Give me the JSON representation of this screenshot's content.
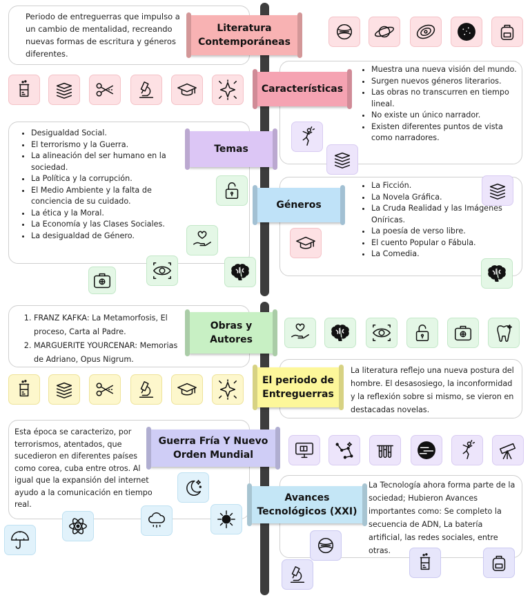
{
  "colors": {
    "spine": "#3d3d3d",
    "pink_banner": "#f8b2b3",
    "red_banner": "#f5a3b2",
    "purple_banner": "#dcc6f5",
    "blue_banner": "#bfe2f8",
    "green_banner": "#c8f0c4",
    "yellow_banner": "#fdf79a",
    "lavender_banner": "#cfcdf6",
    "lightblue_banner": "#c4e6f6"
  },
  "sections": {
    "literatura": {
      "title": "Literatura Contemporáneas",
      "text": "Periodo de entreguerras que impulso a un cambio de mentalidad, recreando nuevas formas de escritura y géneros diferentes."
    },
    "caracteristicas": {
      "title": "Características",
      "items": [
        "Muestra una nueva visión del mundo.",
        "Surgen nuevos géneros literarios.",
        "Las obras no transcurren en tiempo lineal.",
        "No existe un único narrador.",
        "Existen diferentes puntos de vista como narradores."
      ]
    },
    "temas": {
      "title": "Temas",
      "items": [
        "Desigualdad Social.",
        "El terrorismo y la Guerra.",
        "La alineación del ser humano en la sociedad.",
        "La Política y la corrupción.",
        "El Medio Ambiente  y la falta de conciencia de su cuidado.",
        "La ética y la Moral.",
        "La Economía y las Clases Sociales.",
        "La desigualdad de Género."
      ]
    },
    "generos": {
      "title": "Géneros",
      "items": [
        "La Ficción.",
        "La Novela Gráfica.",
        "La Cruda Realidad y las Imágenes Oníricas.",
        "La poesía de verso libre.",
        "El cuento Popular o Fábula.",
        "La Comedia."
      ]
    },
    "obras": {
      "title": "Obras y Autores",
      "items": [
        "FRANZ KAFKA: La Metamorfosis, El proceso, Carta al Padre.",
        "MARGUERITE YOURCENAR: Memorias de Adriano, Opus Nigrum."
      ]
    },
    "entreguerras": {
      "title": "El periodo de Entreguerras",
      "text": "La literatura reflejo una nueva postura del hombre. El desasosiego, la inconformidad y la reflexión sobre si mismo, se vieron en destacadas novelas."
    },
    "guerra_fria": {
      "title": "Guerra Fría Y Nuevo Orden Mundial",
      "text": "Esta época se caracterizo, por terrorismos, atentados, que sucedieron en diferentes países como corea, cuba entre otros. Al igual que la expansión del internet ayudo a la comunicación en tiempo real."
    },
    "avances": {
      "title": "Avances Tecnológicos (XXI)",
      "text": "La Tecnología ahora forma parte de la sociedad; Hubieron Avances importantes como: Se completo la secuencia de ADN, La batería artificial, las redes sociales, entre otras."
    }
  },
  "icons": {
    "row1": [
      "planet-icon",
      "saturn-icon",
      "galaxy-icon",
      "stars-icon",
      "backpack-icon"
    ],
    "row2": [
      "beaker-icon",
      "books-icon",
      "scissors-icon",
      "microscope-icon",
      "graduation-cap-icon",
      "sparkle-icon"
    ],
    "row3": [
      "heart-hand-icon",
      "brain-icon",
      "eye-icon",
      "lock-icon",
      "first-aid-kit-icon",
      "tooth-icon"
    ],
    "row4": [
      "beaker-icon",
      "books-icon",
      "scissors-icon",
      "microscope-icon",
      "graduation-cap-icon",
      "sparkle-icon"
    ],
    "row5": [
      "computer-icon",
      "constellation-icon",
      "test-tubes-icon",
      "planet-icon",
      "dancer-icon",
      "telescope-icon"
    ]
  }
}
